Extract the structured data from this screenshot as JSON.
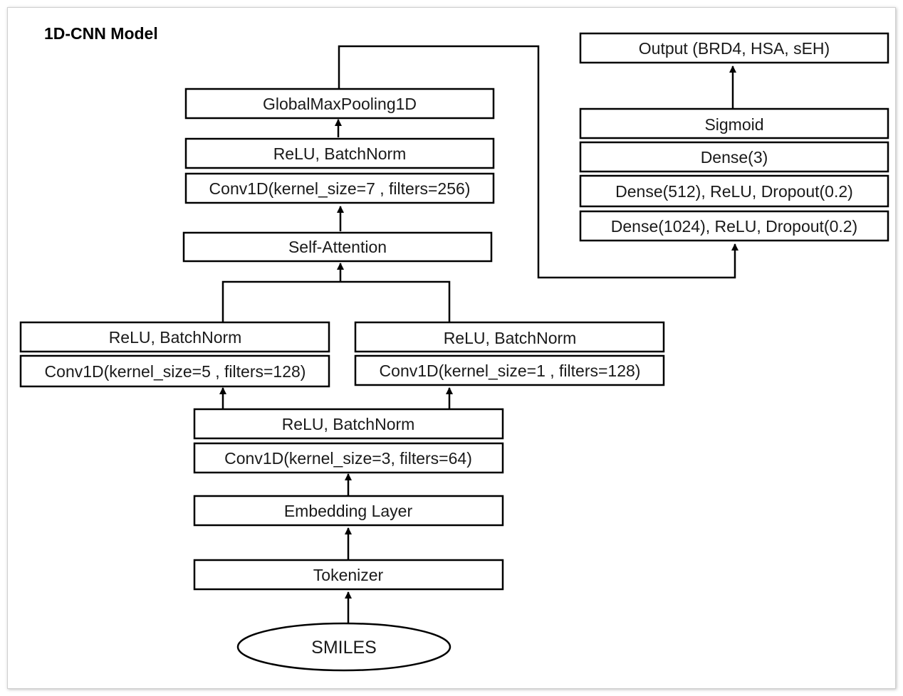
{
  "title": "1D-CNN Model",
  "nodes": {
    "smiles": "SMILES",
    "tokenizer": "Tokenizer",
    "embedding": "Embedding Layer",
    "conv_k3": "Conv1D(kernel_size=3, filters=64)",
    "relu_bn_k3": "ReLU, BatchNorm",
    "conv_k5": "Conv1D(kernel_size=5 , filters=128)",
    "relu_bn_k5": "ReLU, BatchNorm",
    "conv_k1": "Conv1D(kernel_size=1 , filters=128)",
    "relu_bn_k1": "ReLU, BatchNorm",
    "self_attention": "Self-Attention",
    "conv_k7": "Conv1D(kernel_size=7 , filters=256)",
    "relu_bn_k7": "ReLU, BatchNorm",
    "global_max_pool": "GlobalMaxPooling1D",
    "dense_1024": "Dense(1024), ReLU, Dropout(0.2)",
    "dense_512": "Dense(512), ReLU, Dropout(0.2)",
    "dense_3": "Dense(3)",
    "sigmoid": "Sigmoid",
    "output": "Output (BRD4, HSA, sEH)"
  }
}
